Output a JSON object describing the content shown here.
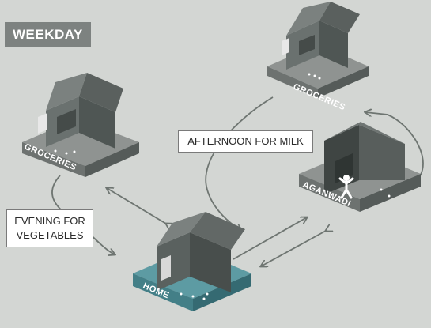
{
  "title_badge": "WEEKDAY",
  "places": {
    "groceries_left": "GROCERIES",
    "groceries_right": "GROCERIES",
    "aganwadi": "AGANWADI",
    "home": "HOME"
  },
  "callouts": {
    "afternoon": "AFTERNOON FOR MILK",
    "evening_line1": "EVENING FOR",
    "evening_line2": "VEGETABLES"
  },
  "colors": {
    "background": "#d3d6d3",
    "platform_top": "#8f9391",
    "home_platform_top": "#5d9ba3",
    "house_dark": "#5f6664",
    "route_line": "#6e7571"
  },
  "icons": [
    "house-icon",
    "child-figure-icon",
    "arrow-icon"
  ]
}
